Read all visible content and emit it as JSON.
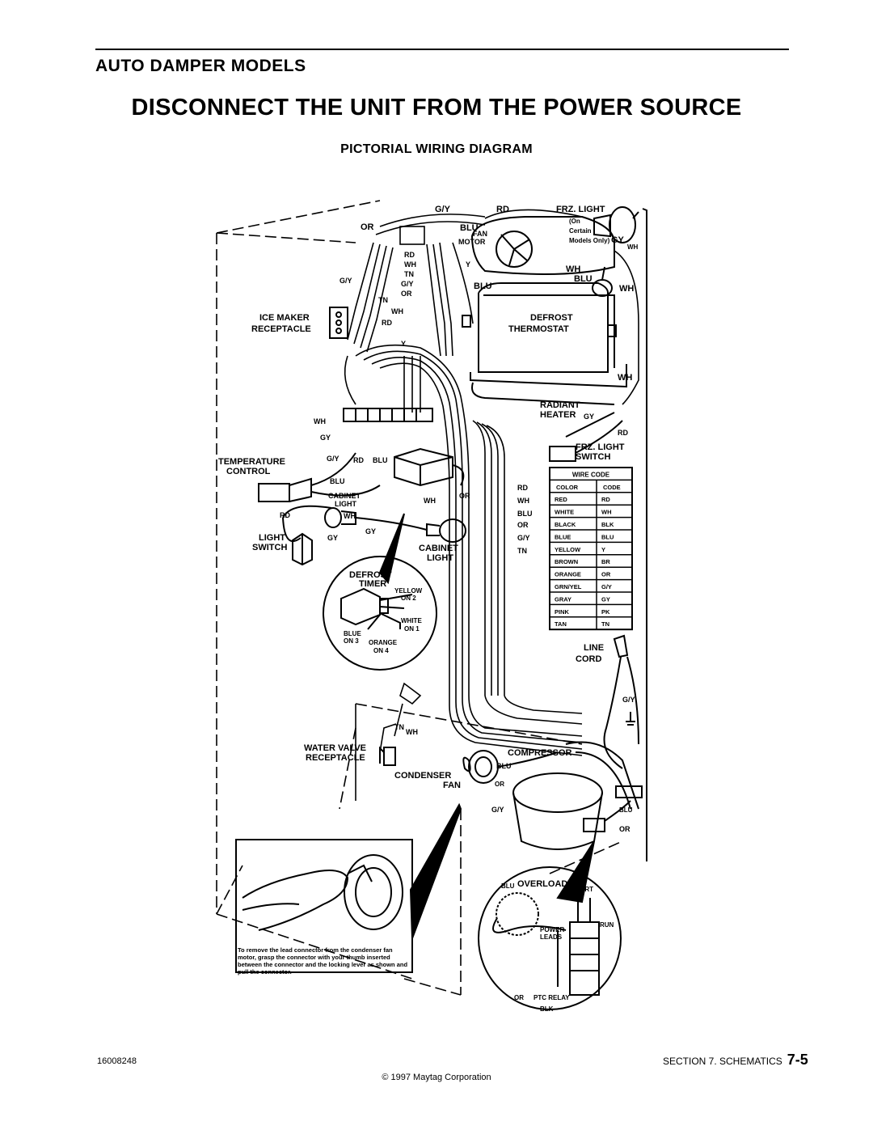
{
  "header": {
    "section_title": "AUTO DAMPER MODELS",
    "warning": "DISCONNECT THE UNIT FROM THE POWER SOURCE",
    "diagram_title": "PICTORIAL WIRING DIAGRAM"
  },
  "labels": {
    "gy_top": "G/Y",
    "rd_top": "RD",
    "frz_light": "FRZ. LIGHT",
    "on_certain": "(On",
    "certain": "Certain",
    "models_only": "Models Only)",
    "gy_right": "GY",
    "wh_small": "WH",
    "or_top": "OR",
    "blu_top": "BLU",
    "fan_motor_1": "FAN",
    "fan_motor_2": "MOTOR",
    "rd_arrow": "RD",
    "wh_arrow": "WH",
    "tn_arrow": "TN",
    "gy_left": "G/Y",
    "gy_mid": "G/Y",
    "or_mid": "OR",
    "tn_mid": "TN",
    "wh_mid": "WH",
    "rd_mid": "RD",
    "y_mid": "Y",
    "wh_fan": "WH",
    "blu_fan": "BLU",
    "blu_box": "BLU",
    "wh_side": "WH",
    "ice_maker": "ICE MAKER",
    "receptacle": "RECEPTACLE",
    "defrost": "DEFROST",
    "thermostat": "THERMOSTAT",
    "y_wire": "Y",
    "wh_right2": "WH",
    "radiant": "RADIANT",
    "heater": "HEATER",
    "gy_heater": "GY",
    "rd_heater": "RD",
    "frz_light_switch_1": "FRZ. LIGHT",
    "frz_light_switch_2": "SWITCH",
    "wh_left": "WH",
    "gy_left2": "GY",
    "temperature": "TEMPERATURE",
    "control": "CONTROL",
    "gy_temp": "G/Y",
    "rd_vert": "RD",
    "blu_temp": "BLU",
    "blu_under": "BLU",
    "cabinet_light_1": "CABINET",
    "cabinet_light_2": "LIGHT",
    "wh_cab": "WH",
    "rd_cab": "RD",
    "gy_cab": "GY",
    "light_switch_1": "LIGHT",
    "light_switch_2": "SWITCH",
    "gy_sw": "GY",
    "wh_bundle": "WH",
    "or_bundle": "OR",
    "cabinet_light_b1": "CABINET",
    "cabinet_light_b2": "LIGHT",
    "b_rd": "RD",
    "b_wh": "WH",
    "b_blu": "BLU",
    "b_or": "OR",
    "b_gy": "G/Y",
    "b_tn": "TN",
    "defrost_timer_1": "DEFROST",
    "defrost_timer_2": "TIMER",
    "yellow_on2": "YELLOW",
    "on2": "ON 2",
    "white_on1": "WHITE",
    "on1": "ON 1",
    "blue_on3": "BLUE",
    "on3": "ON 3",
    "orange_on4": "ORANGE",
    "on4": "ON 4",
    "line_cord_1": "LINE",
    "line_cord_2": "CORD",
    "gy_cord": "G/Y",
    "tn_wv": "TN",
    "wh_wv": "WH",
    "water_valve_1": "WATER VALVE",
    "water_valve_2": "RECEPTACLE",
    "compressor": "COMPRESSOR",
    "blu_comp": "BLU",
    "condenser_1": "CONDENSER",
    "condenser_2": "FAN",
    "or_cond": "OR",
    "gy_cond": "G/Y",
    "blu_comp2": "BLU",
    "or_comp": "OR",
    "blu_overload": "BLU",
    "overload": "OVERLOAD",
    "start": "START",
    "power_leads_1": "POWER",
    "power_leads_2": "LEADS",
    "run": "RUN",
    "or_ptc": "OR",
    "ptc_relay": "PTC RELAY",
    "blk_ptc": "BLK"
  },
  "wire_code": {
    "title": "WIRE CODE",
    "headers": [
      "COLOR",
      "CODE"
    ],
    "rows": [
      [
        "RED",
        "RD"
      ],
      [
        "WHITE",
        "WH"
      ],
      [
        "BLACK",
        "BLK"
      ],
      [
        "BLUE",
        "BLU"
      ],
      [
        "YELLOW",
        "Y"
      ],
      [
        "BROWN",
        "BR"
      ],
      [
        "ORANGE",
        "OR"
      ],
      [
        "GRN/YEL",
        "G/Y"
      ],
      [
        "GRAY",
        "GY"
      ],
      [
        "PINK",
        "PK"
      ],
      [
        "TAN",
        "TN"
      ]
    ]
  },
  "caption": "To remove the lead connector from the condenser fan motor, grasp the connector with your thumb inserted between the connector and the locking lever as shown and pull the connector.",
  "footer": {
    "part_number": "16008248",
    "section": "SECTION 7. SCHEMATICS",
    "page": "7-5",
    "copyright": "© 1997 Maytag Corporation"
  }
}
